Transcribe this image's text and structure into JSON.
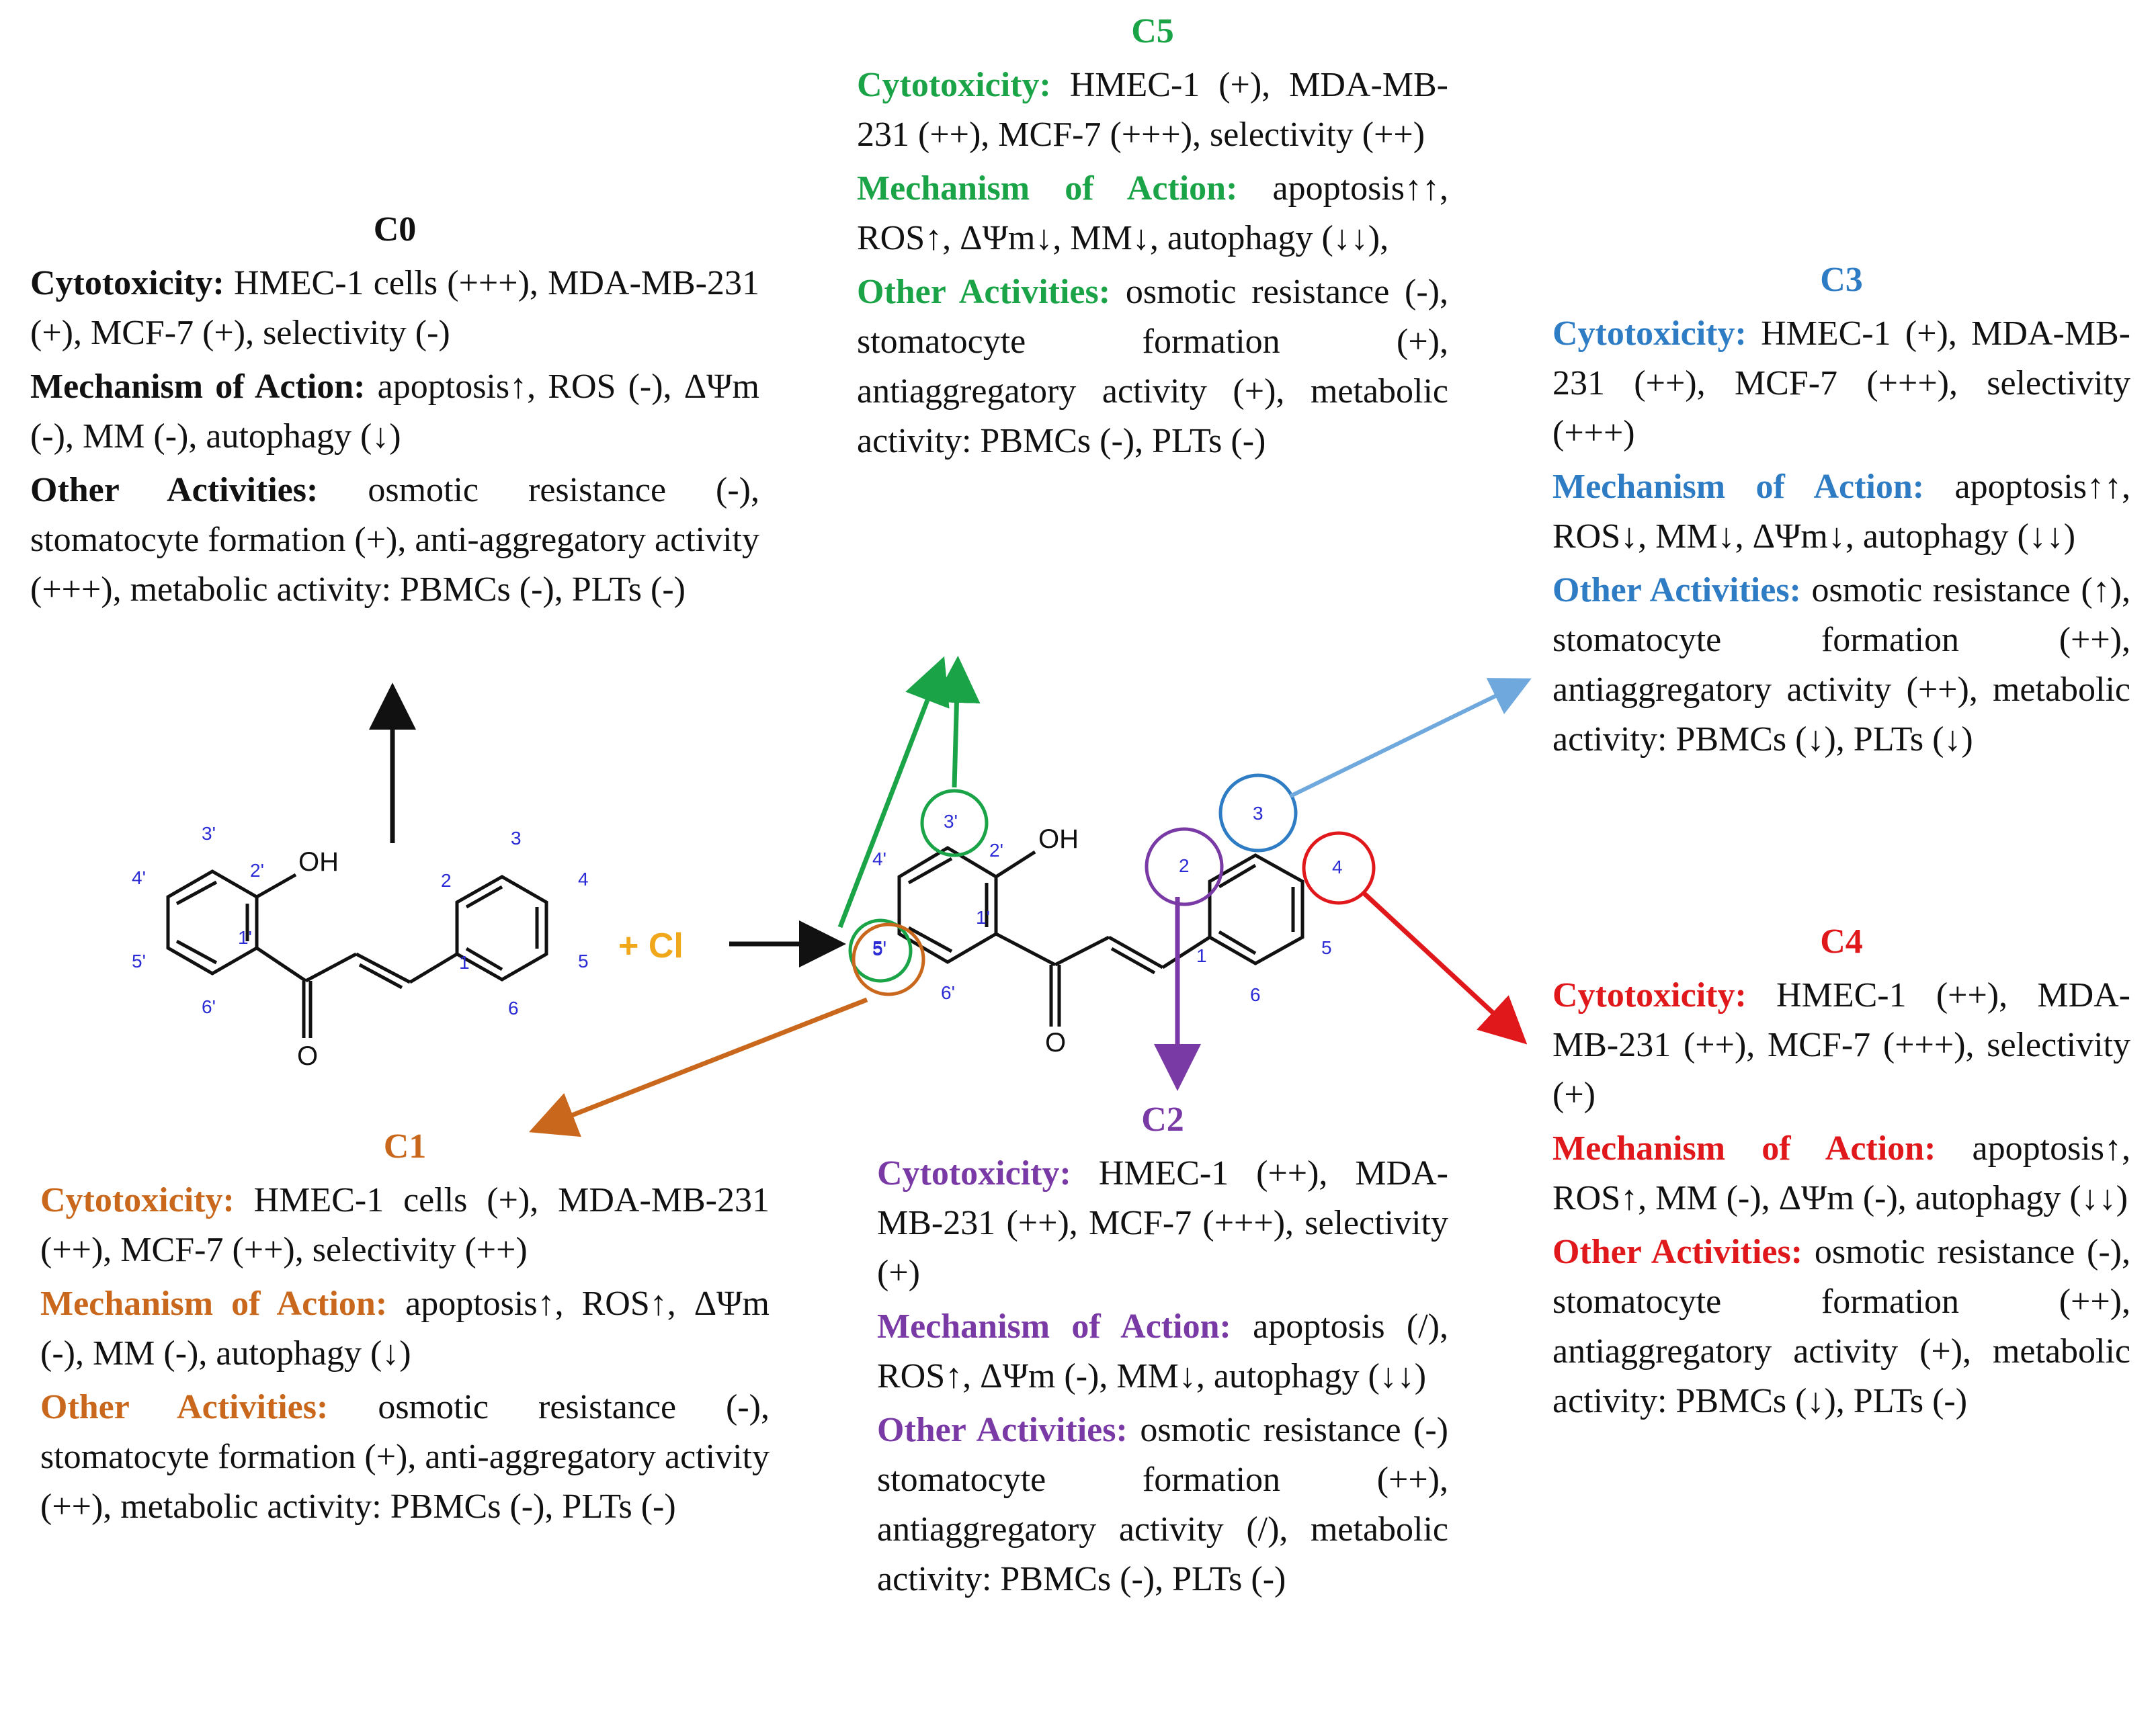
{
  "molecule": {
    "oh_label": "OH",
    "o_label": "O",
    "plus_cl": "+ Cl",
    "left_numbers": [
      "3'",
      "4'",
      "2'",
      "1'",
      "5'",
      "6'",
      "2",
      "3",
      "4",
      "1",
      "5",
      "6"
    ],
    "right_numbers": [
      "4'",
      "2'",
      "1'",
      "5'",
      "6'",
      "1",
      "5",
      "6"
    ],
    "circle_numbers": [
      "3'",
      "5'",
      "2",
      "3",
      "4"
    ]
  },
  "colors": {
    "c0": "#111111",
    "c1": "#c9681c",
    "c2": "#7a3aa6",
    "c3": "#2e7cc4",
    "c4": "#e0181b",
    "c5": "#1aa447"
  },
  "panels": {
    "c0": {
      "title": "C0",
      "cytotoxicity_label": "Cytotoxicity:",
      "cytotoxicity_text": " HMEC-1 cells (+++), MDA-MB-231 (+), MCF-7 (+), selectivity (-)",
      "mechanism_label": "Mechanism of Action:",
      "mechanism_text": " apoptosis↑, ROS (-), ΔΨm (-), MM (-), autophagy (↓)",
      "other_label": "Other Activities:",
      "other_text": " osmotic resistance (-), stomatocyte formation (+), anti-aggregatory activity (+++), metabolic activity: PBMCs (-), PLTs (-)"
    },
    "c5": {
      "title": "C5",
      "cytotoxicity_label": "Cytotoxicity:",
      "cytotoxicity_text": " HMEC-1 (+), MDA-MB-231 (++), MCF-7 (+++), selectivity (++)",
      "mechanism_label": "Mechanism of Action:",
      "mechanism_text": " apoptosis↑↑, ROS↑, ΔΨm↓, MM↓, autophagy (↓↓),",
      "other_label": "Other Activities:",
      "other_text": " osmotic resistance (-), stomatocyte formation (+), antiaggregatory activity (+), metabolic activity: PBMCs (-), PLTs (-)"
    },
    "c3": {
      "title": "C3",
      "cytotoxicity_label": "Cytotoxicity:",
      "cytotoxicity_text": " HMEC-1 (+), MDA-MB-231 (++), MCF-7 (+++), selectivity (+++)",
      "mechanism_label": "Mechanism of Action:",
      "mechanism_text": " apoptosis↑↑, ROS↓, MM↓, ΔΨm↓, autophagy (↓↓)",
      "other_label": "Other Activities:",
      "other_text": " osmotic resistance (↑), stomatocyte formation (++), antiaggregatory activity (++), metabolic activity: PBMCs (↓), PLTs (↓)"
    },
    "c1": {
      "title": "C1",
      "cytotoxicity_label": "Cytotoxicity:",
      "cytotoxicity_text": " HMEC-1 cells (+), MDA-MB-231 (++), MCF-7 (++), selectivity (++)",
      "mechanism_label": "Mechanism of Action:",
      "mechanism_text": " apoptosis↑, ROS↑, ΔΨm (-), MM (-), autophagy (↓)",
      "other_label": "Other Activities:",
      "other_text": " osmotic resistance (-), stomatocyte formation (+), anti-aggregatory activity (++), metabolic activity: PBMCs (-), PLTs (-)"
    },
    "c2": {
      "title": "C2",
      "cytotoxicity_label": "Cytotoxicity:",
      "cytotoxicity_text": " HMEC-1 (++), MDA-MB-231 (++), MCF-7 (+++), selectivity (+)",
      "mechanism_label": "Mechanism of Action:",
      "mechanism_text": " apoptosis (/), ROS↑, ΔΨm (-), MM↓, autophagy (↓↓)",
      "other_label": "Other Activities:",
      "other_text": " osmotic resistance (-) stomatocyte formation (++), antiaggregatory activity (/), metabolic activity: PBMCs (-), PLTs (-)"
    },
    "c4": {
      "title": "C4",
      "cytotoxicity_label": "Cytotoxicity:",
      "cytotoxicity_text": " HMEC-1 (++), MDA-MB-231 (++), MCF-7 (+++), selectivity (+)",
      "mechanism_label": "Mechanism of Action:",
      "mechanism_text": " apoptosis↑, ROS↑, MM (-), ΔΨm (-), autophagy (↓↓)",
      "other_label": "Other Activities:",
      "other_text": " osmotic resistance (-), stomatocyte formation (++), antiaggregatory activity (+), metabolic activity: PBMCs (↓), PLTs (-)"
    }
  }
}
